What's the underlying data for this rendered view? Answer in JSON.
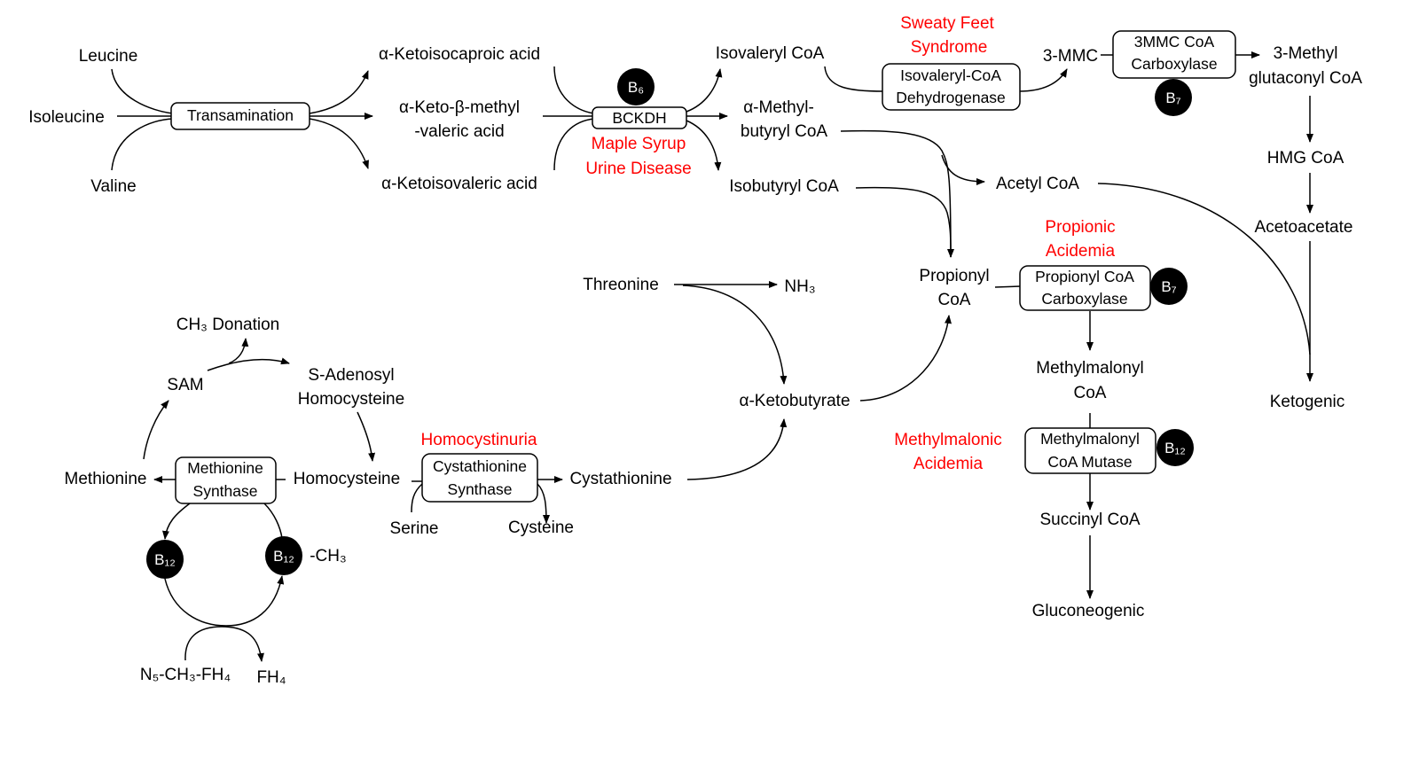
{
  "colors": {
    "disease": "#ff0000",
    "cofactor_fill": "#000000",
    "line": "#000000"
  },
  "amino_acids": {
    "leucine": "Leucine",
    "isoleucine": "Isoleucine",
    "valine": "Valine",
    "threonine": "Threonine"
  },
  "enzymes": {
    "transamination": "Transamination",
    "bckdh": "BCKDH",
    "ivd": [
      "Isovaleryl-CoA",
      "Dehydrogenase"
    ],
    "mmc_carboxylase": [
      "3MMC CoA",
      "Carboxylase"
    ],
    "propionyl_carboxylase": [
      "Propionyl CoA",
      "Carboxylase"
    ],
    "mm_mutase": [
      "Methylmalonyl",
      "CoA Mutase"
    ],
    "methionine_synthase": [
      "Methionine",
      "Synthase"
    ],
    "cystathionine_synthase": [
      "Cystathionine",
      "Synthase"
    ]
  },
  "cofactors": {
    "b6": "B₆",
    "b7a": "B₇",
    "b7b": "B₇",
    "b12a": "B₁₂",
    "b12b": "B₁₂",
    "b12c": "B₁₂",
    "b12_ch3_suffix": "-CH₃"
  },
  "diseases": {
    "msud": [
      "Maple Syrup",
      "Urine Disease"
    ],
    "sweaty_feet": [
      "Sweaty Feet",
      "Syndrome"
    ],
    "propionic": [
      "Propionic",
      "Acidemia"
    ],
    "methylmalonic": [
      "Methylmalonic",
      "Acidemia"
    ],
    "homocystinuria": "Homocystinuria"
  },
  "metabolites": {
    "ketoisocaproic": "α-Ketoisocaproic acid",
    "keto_methyl_valeric": [
      "α-Keto-β-methyl",
      "-valeric acid"
    ],
    "ketoisovaleric": "α-Ketoisovaleric acid",
    "isovaleryl_coa": "Isovaleryl CoA",
    "methylbutyryl_coa": [
      "α-Methyl-",
      "butyryl CoA"
    ],
    "isobutyryl_coa": "Isobutyryl CoA",
    "mmc": "3-MMC",
    "methylglutaconyl": [
      "3-Methyl",
      "glutaconyl CoA"
    ],
    "hmg_coa": "HMG CoA",
    "acetoacetate": "Acetoacetate",
    "ketogenic": "Ketogenic",
    "acetyl_coa": "Acetyl CoA",
    "propionyl_coa": [
      "Propionyl",
      "CoA"
    ],
    "methylmalonyl_coa": [
      "Methylmalonyl",
      "CoA"
    ],
    "succinyl_coa": "Succinyl CoA",
    "gluconeogenic": "Gluconeogenic",
    "nh3": "NH₃",
    "ketobutyrate": "α-Ketobutyrate",
    "ch3_donation": "CH₃ Donation",
    "sam": "SAM",
    "sah": [
      "S-Adenosyl",
      "Homocysteine"
    ],
    "methionine": "Methionine",
    "homocysteine": "Homocysteine",
    "cystathionine": "Cystathionine",
    "serine": "Serine",
    "cysteine": "Cysteine",
    "n5_ch3_fh4": "N₅-CH₃-FH₄",
    "fh4": "FH₄"
  }
}
